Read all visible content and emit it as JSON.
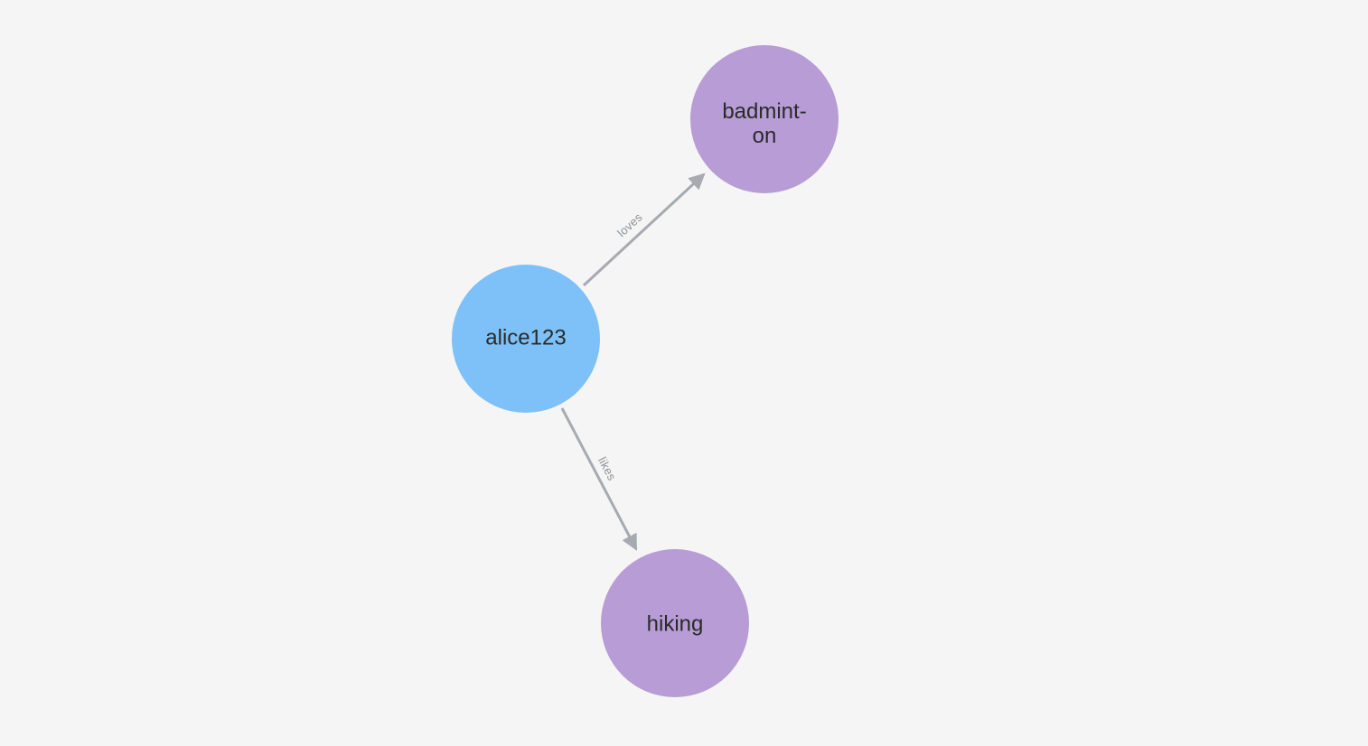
{
  "colors": {
    "background": "#f4f5f4",
    "node_person": "#7dc1f8",
    "node_hobby": "#b89cd5",
    "node_text": "#2a2a2a",
    "edge_line": "#a7aab1",
    "edge_label": "#8d9198"
  },
  "graph": {
    "nodes": [
      {
        "id": "alice123",
        "label": "alice123",
        "kind": "person"
      },
      {
        "id": "badminton",
        "label": "badmint-\non",
        "kind": "hobby"
      },
      {
        "id": "hiking",
        "label": "hiking",
        "kind": "hobby"
      }
    ],
    "edges": [
      {
        "source": "alice123",
        "target": "badminton",
        "label": "loves"
      },
      {
        "source": "alice123",
        "target": "hiking",
        "label": "likes"
      }
    ]
  }
}
